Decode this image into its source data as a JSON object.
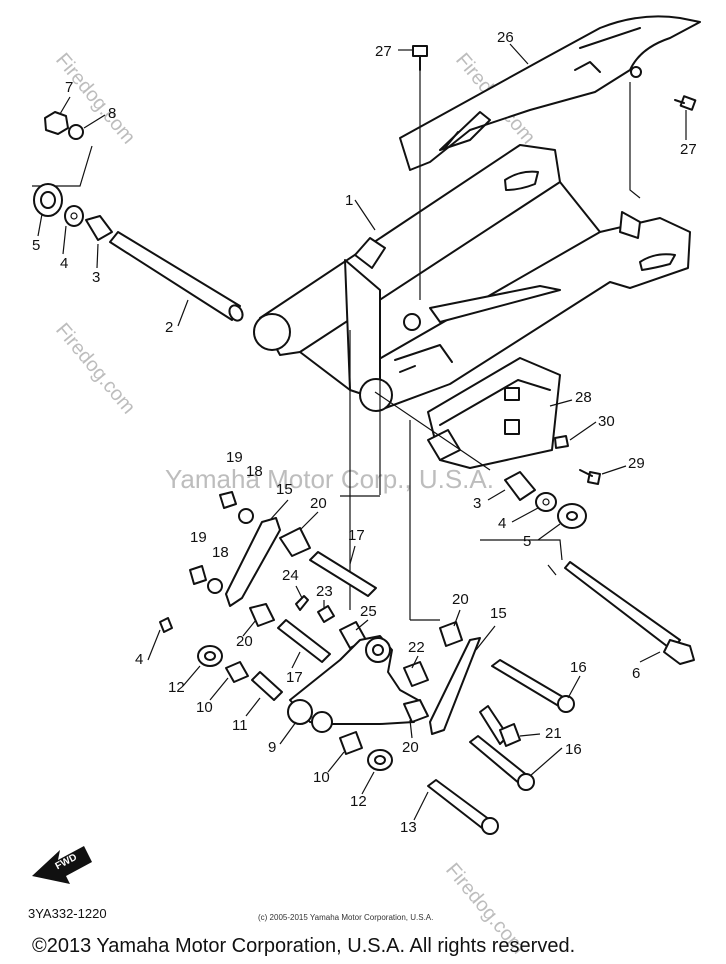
{
  "watermark": {
    "site": "Firedog.com",
    "center": "Yamaha Motor Corp., U.S.A."
  },
  "labels": {
    "p1": "1",
    "p2": "2",
    "p3a": "3",
    "p3b": "3",
    "p4a": "4",
    "p4b": "4",
    "p4c": "4",
    "p5a": "5",
    "p5b": "5",
    "p6": "6",
    "p7": "7",
    "p8": "8",
    "p9": "9",
    "p10a": "10",
    "p10b": "10",
    "p11": "11",
    "p12a": "12",
    "p12b": "12",
    "p13": "13",
    "p15a": "15",
    "p15b": "15",
    "p16a": "16",
    "p16b": "16",
    "p17a": "17",
    "p17b": "17",
    "p18a": "18",
    "p18b": "18",
    "p19a": "19",
    "p19b": "19",
    "p20a": "20",
    "p20b": "20",
    "p20c": "20",
    "p20d": "20",
    "p21": "21",
    "p22": "22",
    "p23": "23",
    "p24": "24",
    "p25": "25",
    "p26": "26",
    "p27a": "27",
    "p27b": "27",
    "p28": "28",
    "p29": "29",
    "p30": "30"
  },
  "fwd_label": "FWD",
  "diagram_code": "3YA332-1220",
  "small_copyright": "(c) 2005-2015 Yamaha Motor Corporation, U.S.A.",
  "copyright": "©2013 Yamaha Motor Corporation, U.S.A. All rights reserved."
}
